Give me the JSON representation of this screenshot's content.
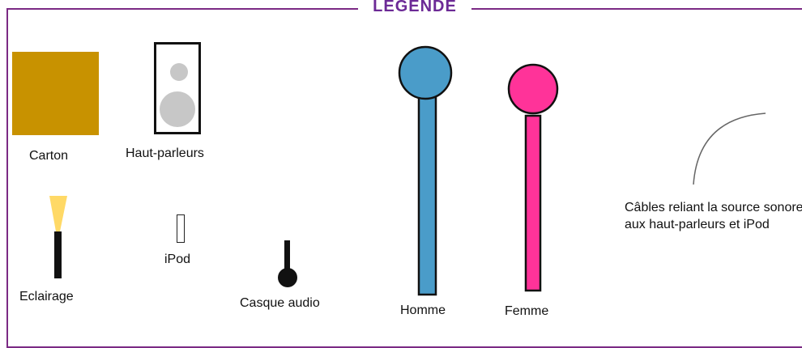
{
  "legend": {
    "title": "LÉGENDE",
    "items": {
      "carton": "Carton",
      "speakers": "Haut-parleurs",
      "lighting": "Eclairage",
      "ipod": "iPod",
      "headphones": "Casque audio",
      "man": "Homme",
      "woman": "Femme",
      "cables": "Câbles reliant la source sonore aux haut-parleurs et iPod"
    }
  },
  "colors": {
    "frame": "#7b2a84",
    "title": "#6c2a96",
    "carton": "#c89200",
    "speaker_cone": "#c7c7c7",
    "light_beam": "#ffd966",
    "man": "#4a9cc9",
    "woman": "#ff3399",
    "stroke": "#111111"
  }
}
